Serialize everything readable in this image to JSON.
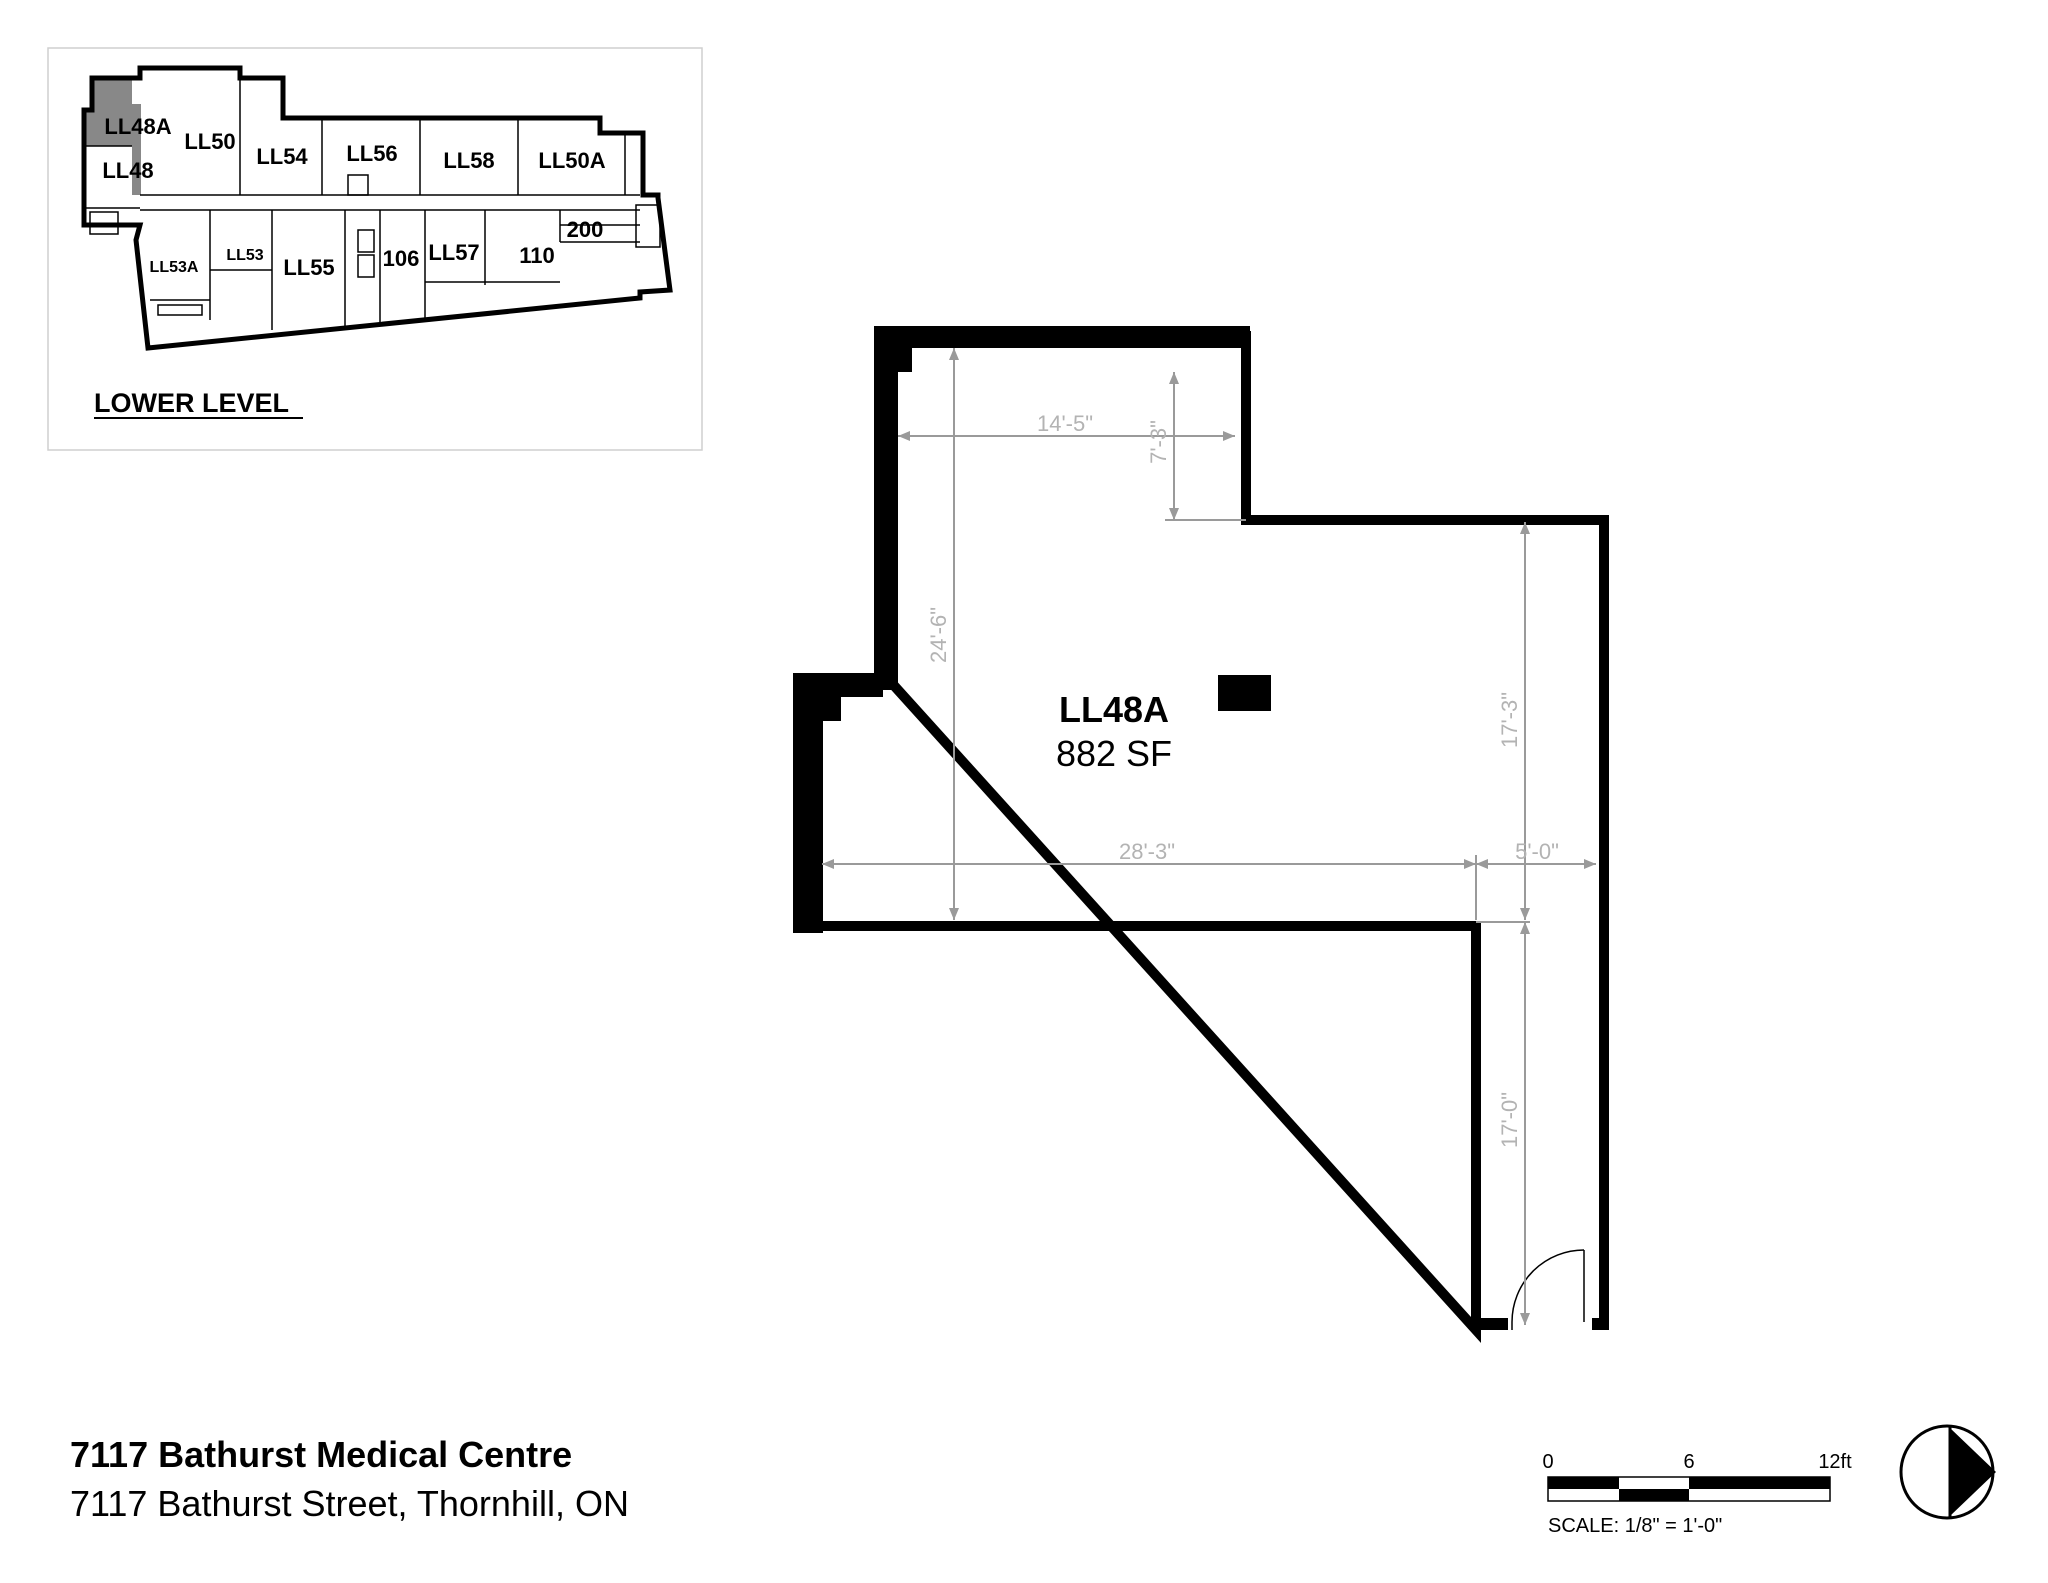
{
  "keyplan": {
    "caption": "LOWER LEVEL",
    "highlight_color": "#888888",
    "rooms": [
      {
        "id": "LL48A",
        "label": "LL48A",
        "highlighted": true
      },
      {
        "id": "LL48",
        "label": "LL48"
      },
      {
        "id": "LL50",
        "label": "LL50"
      },
      {
        "id": "LL54",
        "label": "LL54"
      },
      {
        "id": "LL56",
        "label": "LL56"
      },
      {
        "id": "LL58",
        "label": "LL58"
      },
      {
        "id": "LL50A",
        "label": "LL50A"
      },
      {
        "id": "LL53A",
        "label": "LL53A"
      },
      {
        "id": "LL53",
        "label": "LL53"
      },
      {
        "id": "LL55",
        "label": "LL55"
      },
      {
        "id": "106",
        "label": "106"
      },
      {
        "id": "LL57",
        "label": "LL57"
      },
      {
        "id": "110",
        "label": "110"
      },
      {
        "id": "200",
        "label": "200"
      }
    ]
  },
  "unit": {
    "name": "LL48A",
    "area": "882 SF"
  },
  "dimensions": {
    "top_width": "14'-5\"",
    "top_notch": "7'-3\"",
    "left_height": "24'-6\"",
    "right_height": "17'-3\"",
    "bottom_width": "28'-3\"",
    "corridor_width": "5'-0\"",
    "corridor_length": "17'-0\""
  },
  "footer": {
    "building_name": "7117 Bathurst Medical Centre",
    "address": "7117 Bathurst Street, Thornhill, ON"
  },
  "scale_bar": {
    "tick_0": "0",
    "tick_mid": "6",
    "tick_end": "12ft",
    "scale_text": "SCALE: 1/8\" = 1'-0\""
  },
  "north_arrow": {
    "icon": "north-arrow-icon"
  }
}
